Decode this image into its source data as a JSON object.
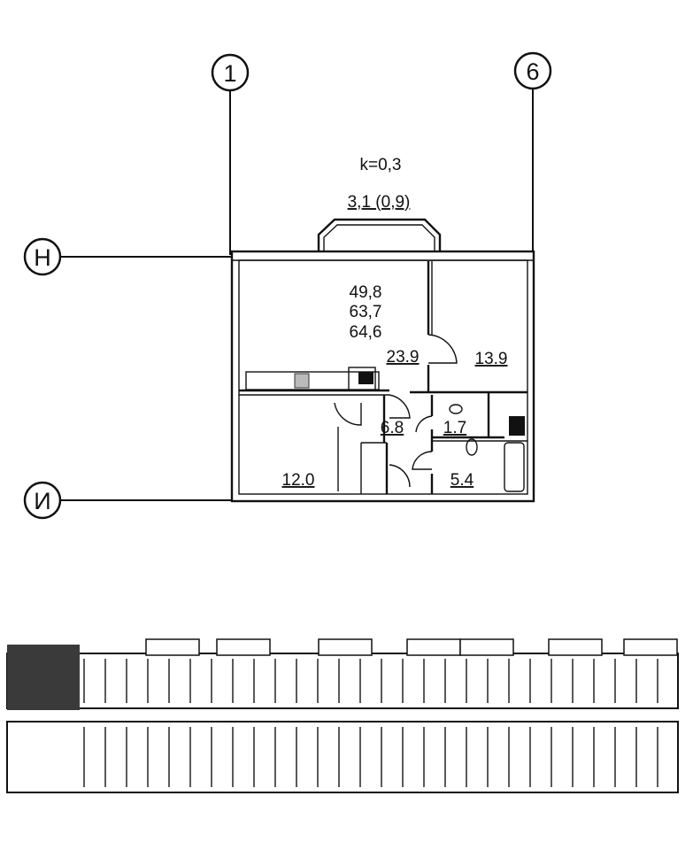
{
  "plan": {
    "axes": {
      "a1": "1",
      "a6": "6",
      "aH": "Н",
      "aI": "И"
    },
    "coefficient": "k=0,3",
    "balcony_area": "3,1 (0,9)",
    "apartment_areas": [
      "49,8",
      "63,7",
      "64,6"
    ],
    "rooms": {
      "living_kitchen": "23.9",
      "bedroom_right": "13.9",
      "hall": "6.8",
      "wc": "1.7",
      "bedroom_left": "12.0",
      "bathroom": "5.4"
    }
  },
  "key_plan": {
    "highlight_color": "#3a3a3a"
  }
}
